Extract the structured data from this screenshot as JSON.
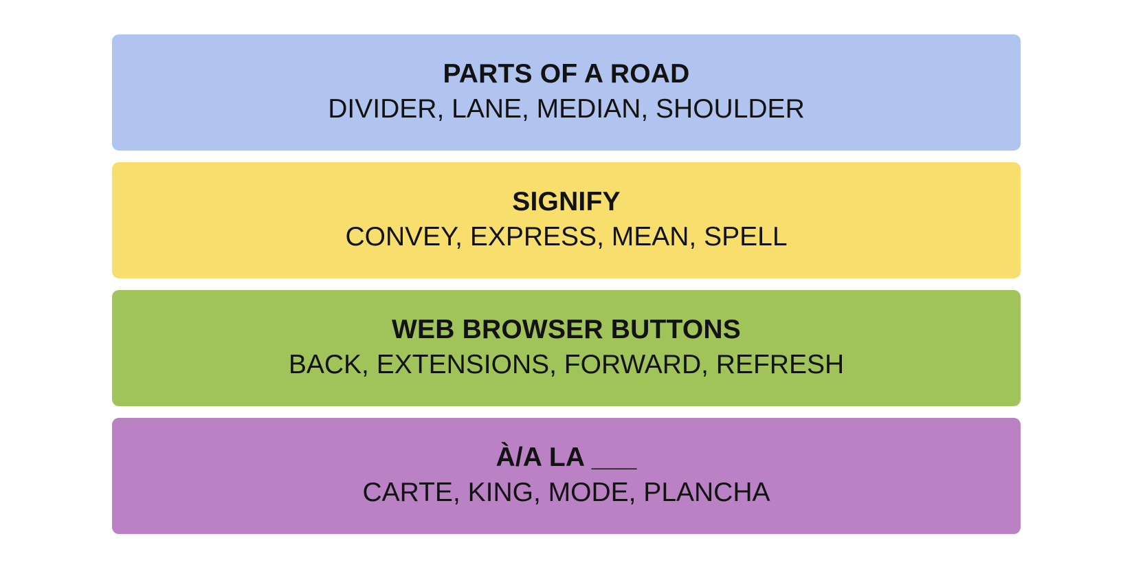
{
  "groups": [
    {
      "title": "PARTS OF A ROAD",
      "members": "DIVIDER, LANE, MEDIAN, SHOULDER",
      "color": "#b0c4ef"
    },
    {
      "title": "SIGNIFY",
      "members": "CONVEY, EXPRESS, MEAN, SPELL",
      "color": "#f7de6d"
    },
    {
      "title": "WEB BROWSER BUTTONS",
      "members": "BACK, EXTENSIONS, FORWARD, REFRESH",
      "color": "#a0c35a"
    },
    {
      "title": "À/A LA ___",
      "members": "CARTE, KING, MODE, PLANCHA",
      "color": "#ba81c5"
    }
  ]
}
